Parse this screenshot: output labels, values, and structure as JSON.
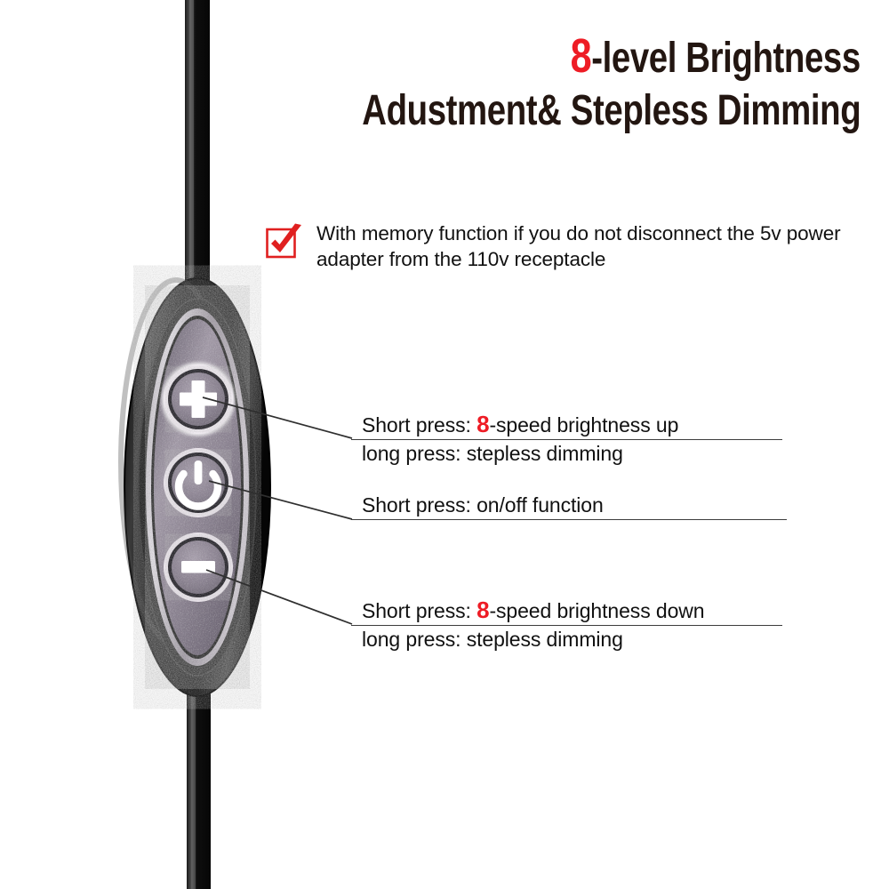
{
  "headline": {
    "line1_number": "8",
    "line1_rest": "-level Brightness",
    "line2": "Adustment& Stepless Dimming",
    "number_color": "#ee1c25",
    "text_color": "#231611"
  },
  "memory_note": {
    "icon": "red-check-box-icon",
    "text": "With memory function if you do not disconnect the 5v power adapter from the 110v receptacle",
    "icon_color": "#e02020"
  },
  "controller": {
    "name": "inline-dimmer-controller",
    "body_color": "#171717",
    "face_color": "#8d8693",
    "buttons": [
      {
        "name": "brightness-up-button",
        "glyph": "plus",
        "label": "+"
      },
      {
        "name": "power-button",
        "glyph": "power",
        "label": "⏻"
      },
      {
        "name": "brightness-down-button",
        "glyph": "minus",
        "label": "−"
      }
    ],
    "cable_color": "#0d0d0d"
  },
  "callouts": [
    {
      "target": "brightness-up-button",
      "line1_prefix": "Short press: ",
      "line1_number": "8",
      "line1_suffix": "-speed brightness up",
      "line2": "long press: stepless dimming"
    },
    {
      "target": "power-button",
      "line1_prefix": "Short press: on/off function",
      "line1_number": "",
      "line1_suffix": "",
      "line2": ""
    },
    {
      "target": "brightness-down-button",
      "line1_prefix": "Short press: ",
      "line1_number": "8",
      "line1_suffix": "-speed brightness down",
      "line2": "long press: stepless dimming"
    }
  ],
  "colors": {
    "accent_red": "#ee1c25",
    "rule": "#3d3d3d",
    "background": "#ffffff"
  }
}
